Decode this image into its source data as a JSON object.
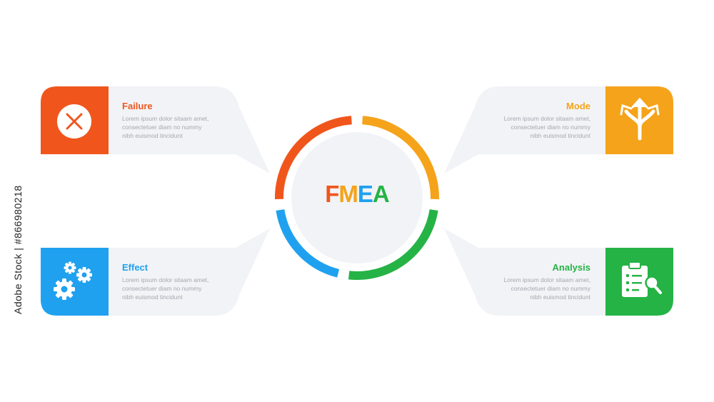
{
  "center": {
    "letters": [
      {
        "char": "F",
        "color": "#f0561c"
      },
      {
        "char": "M",
        "color": "#f5a31b"
      },
      {
        "char": "E",
        "color": "#1fa1ef"
      },
      {
        "char": "A",
        "color": "#25b346"
      }
    ]
  },
  "ring": [
    {
      "name": "failure",
      "color": "#f0561c"
    },
    {
      "name": "mode",
      "color": "#f5a31b"
    },
    {
      "name": "analysis",
      "color": "#25b346"
    },
    {
      "name": "effect",
      "color": "#1fa1ef"
    }
  ],
  "cards": {
    "failure": {
      "title": "Failure",
      "color": "#f0561c",
      "icon": "close-circle-icon",
      "body_lines": [
        "Lorem ipsum dolor sitaam amet,",
        "consectetuer diam no nummy",
        "nibh euismod tincidunt"
      ]
    },
    "mode": {
      "title": "Mode",
      "color": "#f5a31b",
      "icon": "diverging-arrows-icon",
      "body_lines": [
        "Lorem ipsum dolor sitaam amet,",
        "consectetuer diam no nummy",
        "nibh euismod tincidunt"
      ]
    },
    "effect": {
      "title": "Effect",
      "color": "#1fa1ef",
      "icon": "gears-icon",
      "body_lines": [
        "Lorem ipsum dolor sitaam amet,",
        "consectetuer diam no nummy",
        "nibh euismod tincidunt"
      ]
    },
    "analysis": {
      "title": "Analysis",
      "color": "#25b346",
      "icon": "clipboard-search-icon",
      "body_lines": [
        "Lorem ipsum dolor sitaam amet,",
        "consectetuer diam no nummy",
        "nibh euismod tincidunt"
      ]
    }
  },
  "watermark": {
    "text": "Adobe Stock | #866980218"
  },
  "panel_color": "#f1f3f6"
}
